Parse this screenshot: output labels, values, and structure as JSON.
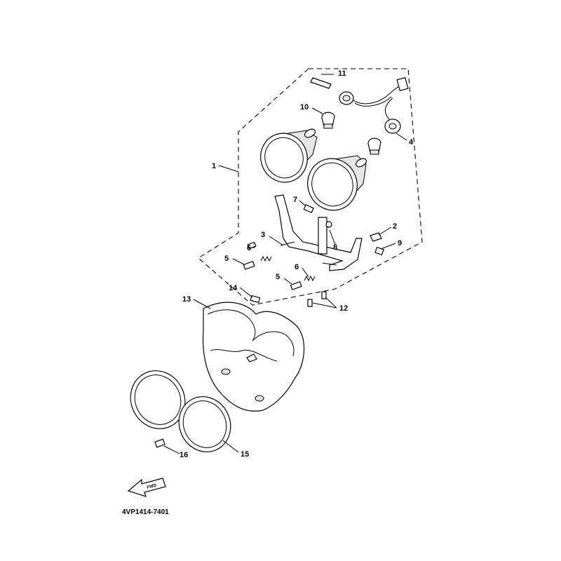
{
  "callouts": {
    "c1": "1",
    "c2": "2",
    "c3": "3",
    "c4": "4",
    "c5a": "5",
    "c5b": "5",
    "c6a": "6",
    "c6b": "6",
    "c7": "7",
    "c8": "8",
    "c9": "9",
    "c10": "10",
    "c11": "11",
    "c12": "12",
    "c13": "13",
    "c14": "14",
    "c15": "15",
    "c16": "16"
  },
  "fwd_label": "FWD",
  "diagram_code": "4VP1414-7401"
}
